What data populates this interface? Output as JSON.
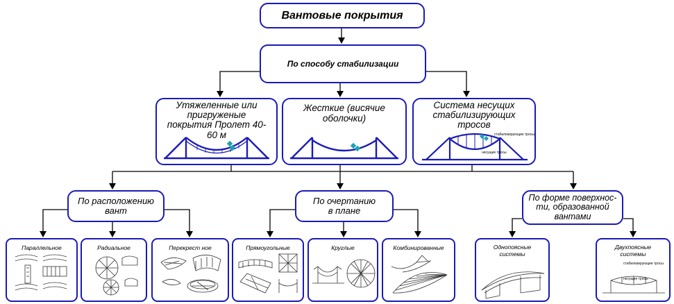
{
  "diagram": {
    "root": "Вантовые покрытия",
    "stabilization": {
      "title": "По способу стабилизации",
      "types": [
        {
          "label": "Утяжеленные или пригруженые покрытия Пролет 40-60 м"
        },
        {
          "label": "Жесткие (висячие оболочки)"
        },
        {
          "label": "Система несущих стабилизирующих тросов",
          "annotations": [
            "стабилизирующие тросы",
            "несущие тросы"
          ]
        }
      ]
    },
    "groups": [
      {
        "title": "По расположению вант",
        "items": [
          "Параллельное",
          "Радиальное",
          "Перекрест ное"
        ]
      },
      {
        "title": "По очертанию в плане",
        "items": [
          "Прямоугольные",
          "Круглые",
          "Комбинированные"
        ]
      },
      {
        "title": "По форме поверхнос- ти, образованной вантами",
        "items": [
          "Однопоясные системы",
          "Двухпоясные системы"
        ],
        "annotations": [
          "стабилизирующие тросы",
          "несущие тросы"
        ]
      }
    ]
  },
  "colors": {
    "border": "#1a1ab8",
    "accent": "#1a1ab8",
    "marker": "#1aa3b5",
    "line": "#000000"
  }
}
